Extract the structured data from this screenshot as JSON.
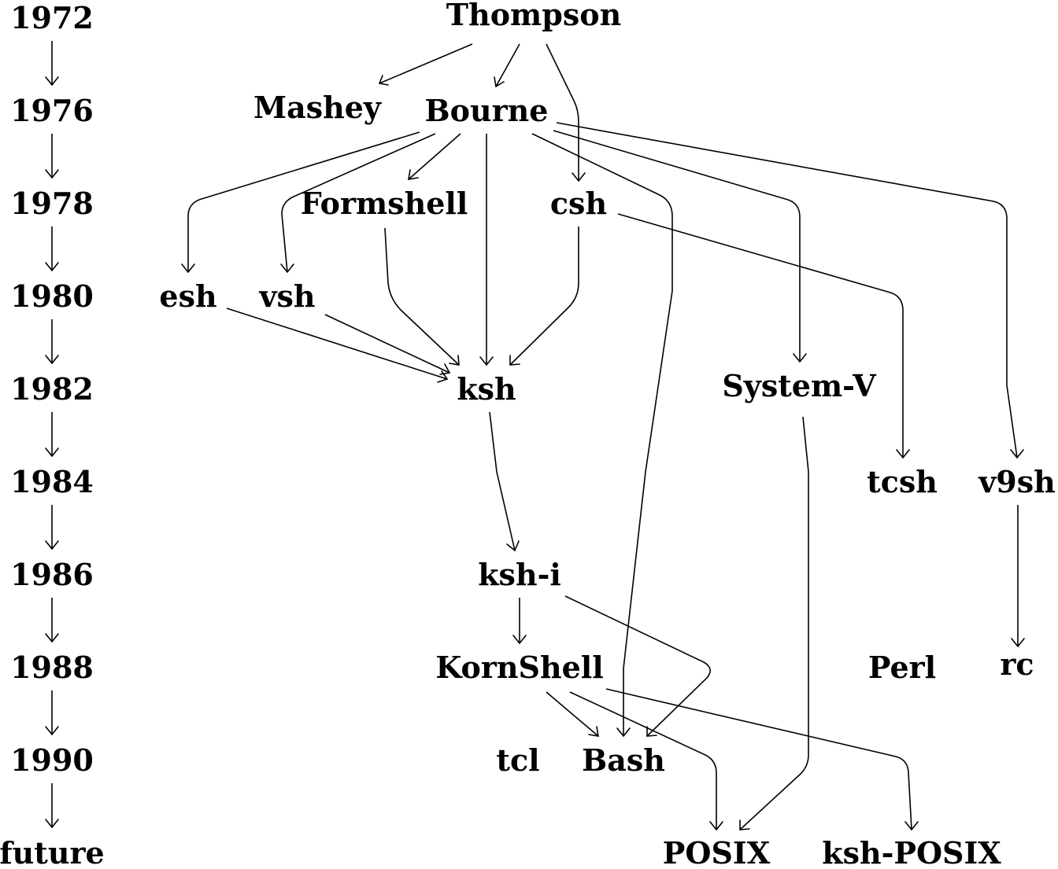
{
  "timeline": {
    "years": [
      "1972",
      "1976",
      "1978",
      "1980",
      "1982",
      "1984",
      "1986",
      "1988",
      "1990",
      "future"
    ]
  },
  "shells": {
    "thompson": "Thompson",
    "mashey": "Mashey",
    "bourne": "Bourne",
    "formshell": "Formshell",
    "csh": "csh",
    "esh": "esh",
    "vsh": "vsh",
    "ksh": "ksh",
    "system_v": "System-V",
    "tcsh": "tcsh",
    "v9sh": "v9sh",
    "ksh_i": "ksh-i",
    "kornshell": "KornShell",
    "perl": "Perl",
    "rc": "rc",
    "tcl": "tcl",
    "bash": "Bash",
    "posix": "POSIX",
    "ksh_posix": "ksh-POSIX"
  },
  "edges": [
    [
      "Thompson",
      "Mashey"
    ],
    [
      "Thompson",
      "Bourne"
    ],
    [
      "Thompson",
      "csh"
    ],
    [
      "Bourne",
      "esh"
    ],
    [
      "Bourne",
      "vsh"
    ],
    [
      "Bourne",
      "Formshell"
    ],
    [
      "Bourne",
      "ksh"
    ],
    [
      "Bourne",
      "Bash"
    ],
    [
      "Bourne",
      "System-V"
    ],
    [
      "Bourne",
      "v9sh"
    ],
    [
      "Formshell",
      "ksh"
    ],
    [
      "csh",
      "ksh"
    ],
    [
      "csh",
      "tcsh"
    ],
    [
      "esh",
      "ksh"
    ],
    [
      "vsh",
      "ksh"
    ],
    [
      "ksh",
      "ksh-i"
    ],
    [
      "System-V",
      "POSIX"
    ],
    [
      "v9sh",
      "rc"
    ],
    [
      "ksh-i",
      "KornShell"
    ],
    [
      "ksh-i",
      "Bash"
    ],
    [
      "KornShell",
      "Bash"
    ],
    [
      "KornShell",
      "POSIX"
    ],
    [
      "KornShell",
      "ksh-POSIX"
    ]
  ]
}
